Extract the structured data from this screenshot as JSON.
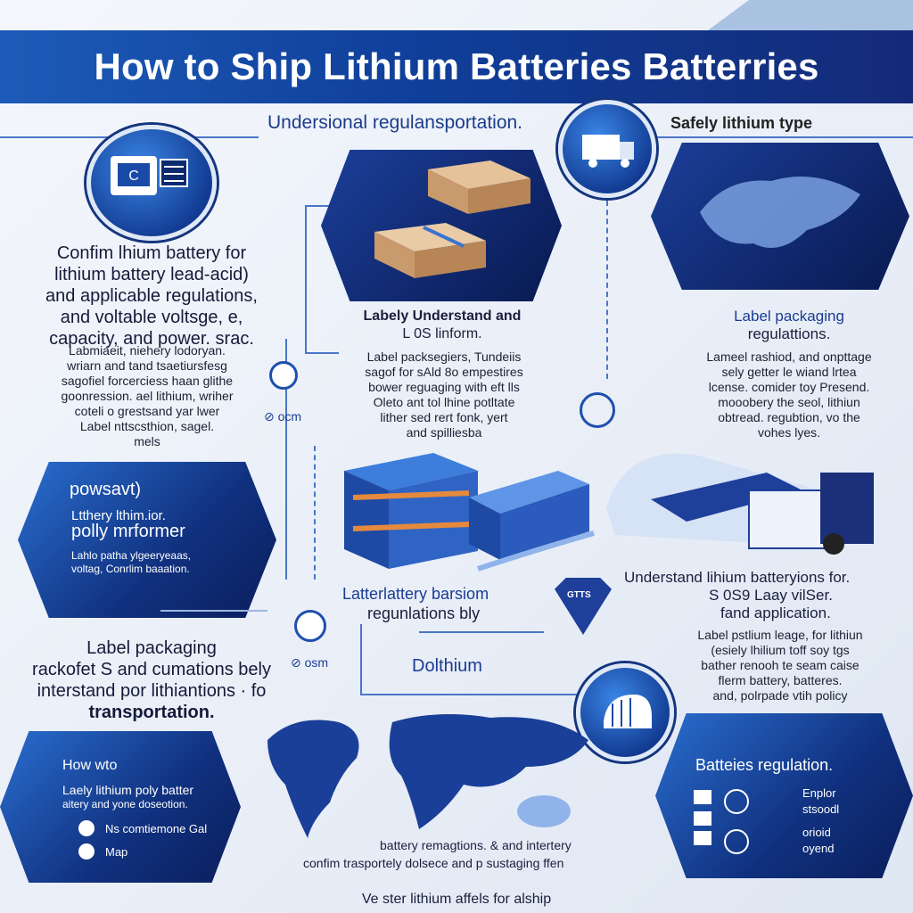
{
  "title": "How to Ship Lithium Batteries Batterries",
  "header": {
    "subtitle_center": "Undersional regulansportation.",
    "subtitle_right": "Safely lithium type"
  },
  "left_panel": {
    "heading_lines": [
      "Confim lhium battery for",
      "lithium battery lead-acid)",
      "and applicable regulations,",
      "and voltable voltsge, e,",
      "capacity, and power. srac."
    ],
    "body_lines": [
      "Labmiaeit,  niehery  lodoryan.",
      "wriarn and tand tsaetiursfesg",
      "sagofiel forcerciess haan  glithe",
      "goonression. ael lithium, wriher",
      "coteli o grestsand  yar lwer",
      "Label nttscsthion, sagel.",
      "mels"
    ],
    "side_tag": "ocm"
  },
  "left_hex": {
    "title": "powsavt)",
    "line1": "Ltthery lthim.ior.",
    "line2": "polly mrformer",
    "line3": "Lahlo patha ylgeeryeaas,",
    "line4": "voltag, Conrlim baaation."
  },
  "left_lower": {
    "lines": [
      "Label packaging",
      "rackofet S and cumations bely",
      "interstand por lithiantions · fo",
      "transportation."
    ],
    "side_tag": "osm"
  },
  "bottom_left_hex": {
    "title": "How wto",
    "line1": "Laely lithium poly batter",
    "line2": "aitery and yone doseotion.",
    "item1": "Ns comtiemone Gal",
    "item2": "Map"
  },
  "center": {
    "heading1": "Labely Understand and",
    "heading2": "L 0S  linform.",
    "body_lines": [
      "Label packsegiers,  Tundeiis",
      "sagof for  sAld 8o  empestires",
      "bower reguaging with eft lls",
      "Oleto  ant tol lhine  potltate",
      "lither sed rert fonk,  yert",
      "and spilliesba"
    ],
    "caption1": "Latterlattery barsiom",
    "caption2": "regunlations bly",
    "caption3": "Dolthium"
  },
  "right_top": {
    "heading1": "Label packaging",
    "heading2": "regulattions.",
    "body_lines": [
      "Lameel  rashiod,  and onpttage",
      "sely  getter  le  wiand  lrtea",
      "lcense.  comider  toy  Presend.",
      "mooobery  the  seol,  lithiun",
      "obtread.  regubtion,  vo the",
      "vohes  lyes."
    ]
  },
  "right_mid": {
    "heading1": "Understand lihium batteryions for.",
    "heading2": "S 0S9 Laay  vilSer.",
    "heading3": "fand application.",
    "body_lines": [
      "Label pstlium leage, for lithiun",
      "(esiely lhilium  toff  soy tgs",
      "bather renooh te  seam  caise",
      "flerm  battery,  batteres.",
      "and,  polrpade  vtih policy"
    ],
    "badge": "GTTS"
  },
  "bottom_right_hex": {
    "title": "Batteies regulation.",
    "item1a": "Enplor",
    "item1b": "stsoodl",
    "item2a": "orioid",
    "item2b": "oyend"
  },
  "bottom_center": {
    "line1": "battery  remagtions.  &  and  intertery",
    "line2": "confim  trasportely  dolsece  and  p  sustaging  ffen"
  },
  "footer": "Ve ster lithium affels for alship",
  "colors": {
    "navy": "#10307e",
    "blue": "#1d5bb8",
    "accent": "#2a6fd0"
  }
}
